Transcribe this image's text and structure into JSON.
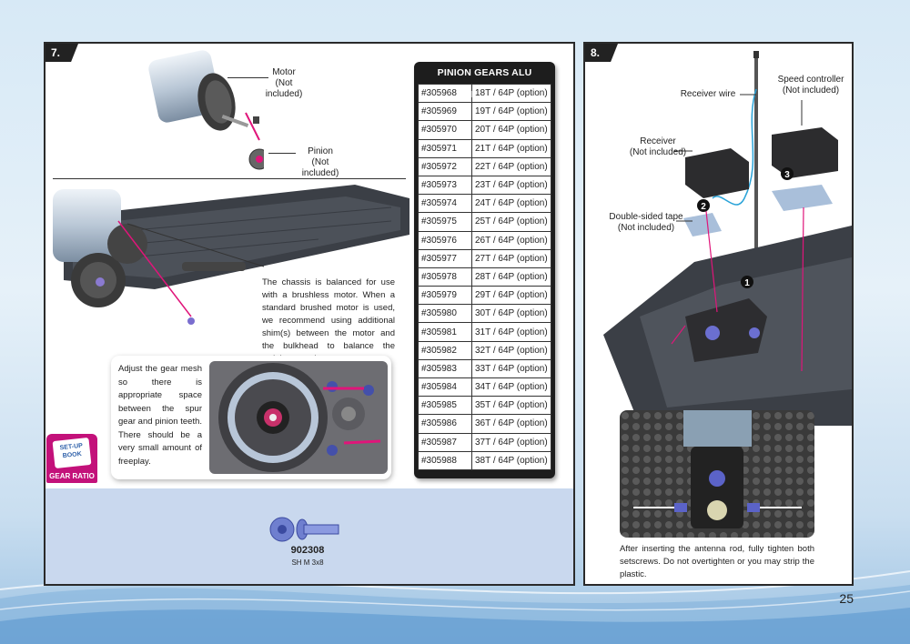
{
  "page_number": "25",
  "step7": {
    "number": "7.",
    "motor_label": "Motor\n(Not included)",
    "pinion_label": "Pinion\n(Not included)",
    "chassis_note": "The chassis is balanced for use with a brushless motor. When a standard brushed motor is used, we recommend using additional shim(s) between the motor and the bulkhead to balance the weight properly.",
    "gear_mesh_note": "Adjust the gear mesh so there is appropriate space between the spur gear and pinion teeth. There should be a very small amount of freeplay.",
    "setup_book": {
      "line1": "SET-UP",
      "line2": "BOOK",
      "caption": "GEAR RATIO"
    },
    "screw_code": "902308",
    "screw_desc": "SH M 3x8",
    "pinion_table": {
      "title": "PINION GEARS ALU HARDCOATED",
      "rows": [
        [
          "#305968",
          "18T / 64P (option)"
        ],
        [
          "#305969",
          "19T / 64P (option)"
        ],
        [
          "#305970",
          "20T / 64P (option)"
        ],
        [
          "#305971",
          "21T / 64P (option)"
        ],
        [
          "#305972",
          "22T / 64P (option)"
        ],
        [
          "#305973",
          "23T / 64P (option)"
        ],
        [
          "#305974",
          "24T / 64P (option)"
        ],
        [
          "#305975",
          "25T / 64P (option)"
        ],
        [
          "#305976",
          "26T / 64P (option)"
        ],
        [
          "#305977",
          "27T / 64P (option)"
        ],
        [
          "#305978",
          "28T / 64P (option)"
        ],
        [
          "#305979",
          "29T / 64P (option)"
        ],
        [
          "#305980",
          "30T / 64P (option)"
        ],
        [
          "#305981",
          "31T / 64P (option)"
        ],
        [
          "#305982",
          "32T / 64P (option)"
        ],
        [
          "#305983",
          "33T / 64P (option)"
        ],
        [
          "#305984",
          "34T / 64P (option)"
        ],
        [
          "#305985",
          "35T / 64P (option)"
        ],
        [
          "#305986",
          "36T / 64P (option)"
        ],
        [
          "#305987",
          "37T / 64P (option)"
        ],
        [
          "#305988",
          "38T / 64P (option)"
        ]
      ]
    }
  },
  "step8": {
    "number": "8.",
    "receiver_wire_label": "Receiver wire",
    "speed_controller_label": "Speed controller\n(Not included)",
    "receiver_label": "Receiver\n(Not included)",
    "tape_label": "Double-sided tape\n(Not included)",
    "callouts": [
      "1",
      "2",
      "3"
    ],
    "antenna_note": "After inserting the antenna rod, fully tighten both setscrews. Do not overtighten or you may strip the plastic."
  },
  "colors": {
    "accent": "#e0157a",
    "frame": "#222222",
    "band": "#c9d8ee"
  }
}
